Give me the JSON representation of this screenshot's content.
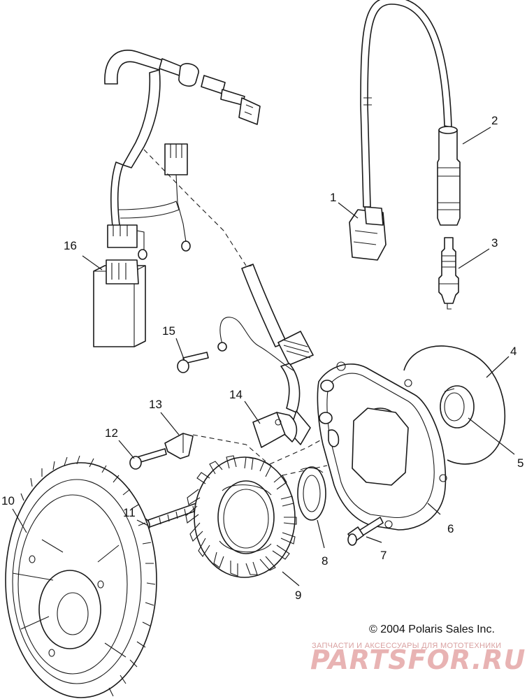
{
  "copyright": "© 2004 Polaris Sales Inc.",
  "watermark": {
    "tagline": "ЗАПЧАСТИ И АКСЕССУАРЫ ДЛЯ МОТОТЕХНИКИ",
    "brand": "PARTSFOR.RU",
    "color": "#e8b3b3"
  },
  "callouts": {
    "c1": "1",
    "c2": "2",
    "c3": "3",
    "c4": "4",
    "c5": "5",
    "c6": "6",
    "c7": "7",
    "c8": "8",
    "c9": "9",
    "c10": "10",
    "c11": "11",
    "c12": "12",
    "c13": "13",
    "c14": "14",
    "c15": "15",
    "c16": "16"
  }
}
